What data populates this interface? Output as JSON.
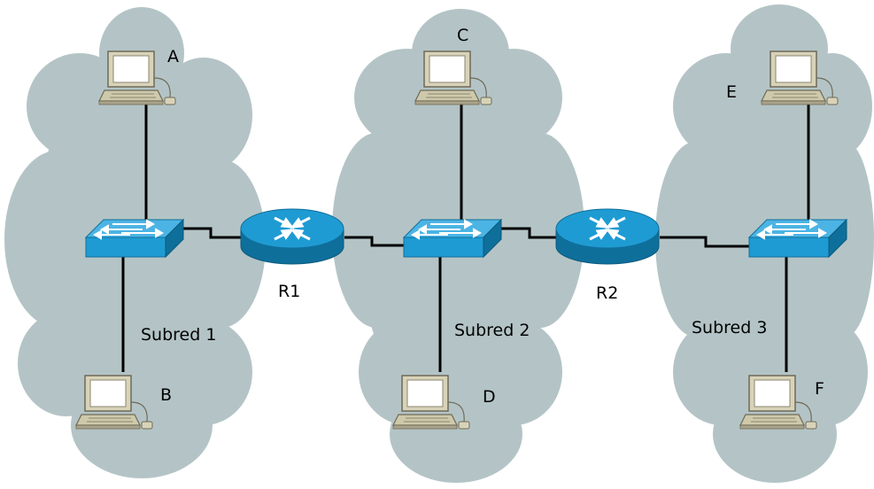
{
  "colors": {
    "cloud": "#b4c4c6",
    "device_blue": "#1f9bd3",
    "device_dark": "#0f6f9b",
    "link": "#000000"
  },
  "hosts": {
    "A": "A",
    "B": "B",
    "C": "C",
    "D": "D",
    "E": "E",
    "F": "F"
  },
  "routers": {
    "r1": "R1",
    "r2": "R2"
  },
  "subnets": {
    "s1": "Subred 1",
    "s2": "Subred 2",
    "s3": "Subred 3"
  },
  "icons": {
    "host": "computer-icon",
    "switch": "switch-icon",
    "router": "router-icon",
    "network": "cloud-icon"
  }
}
